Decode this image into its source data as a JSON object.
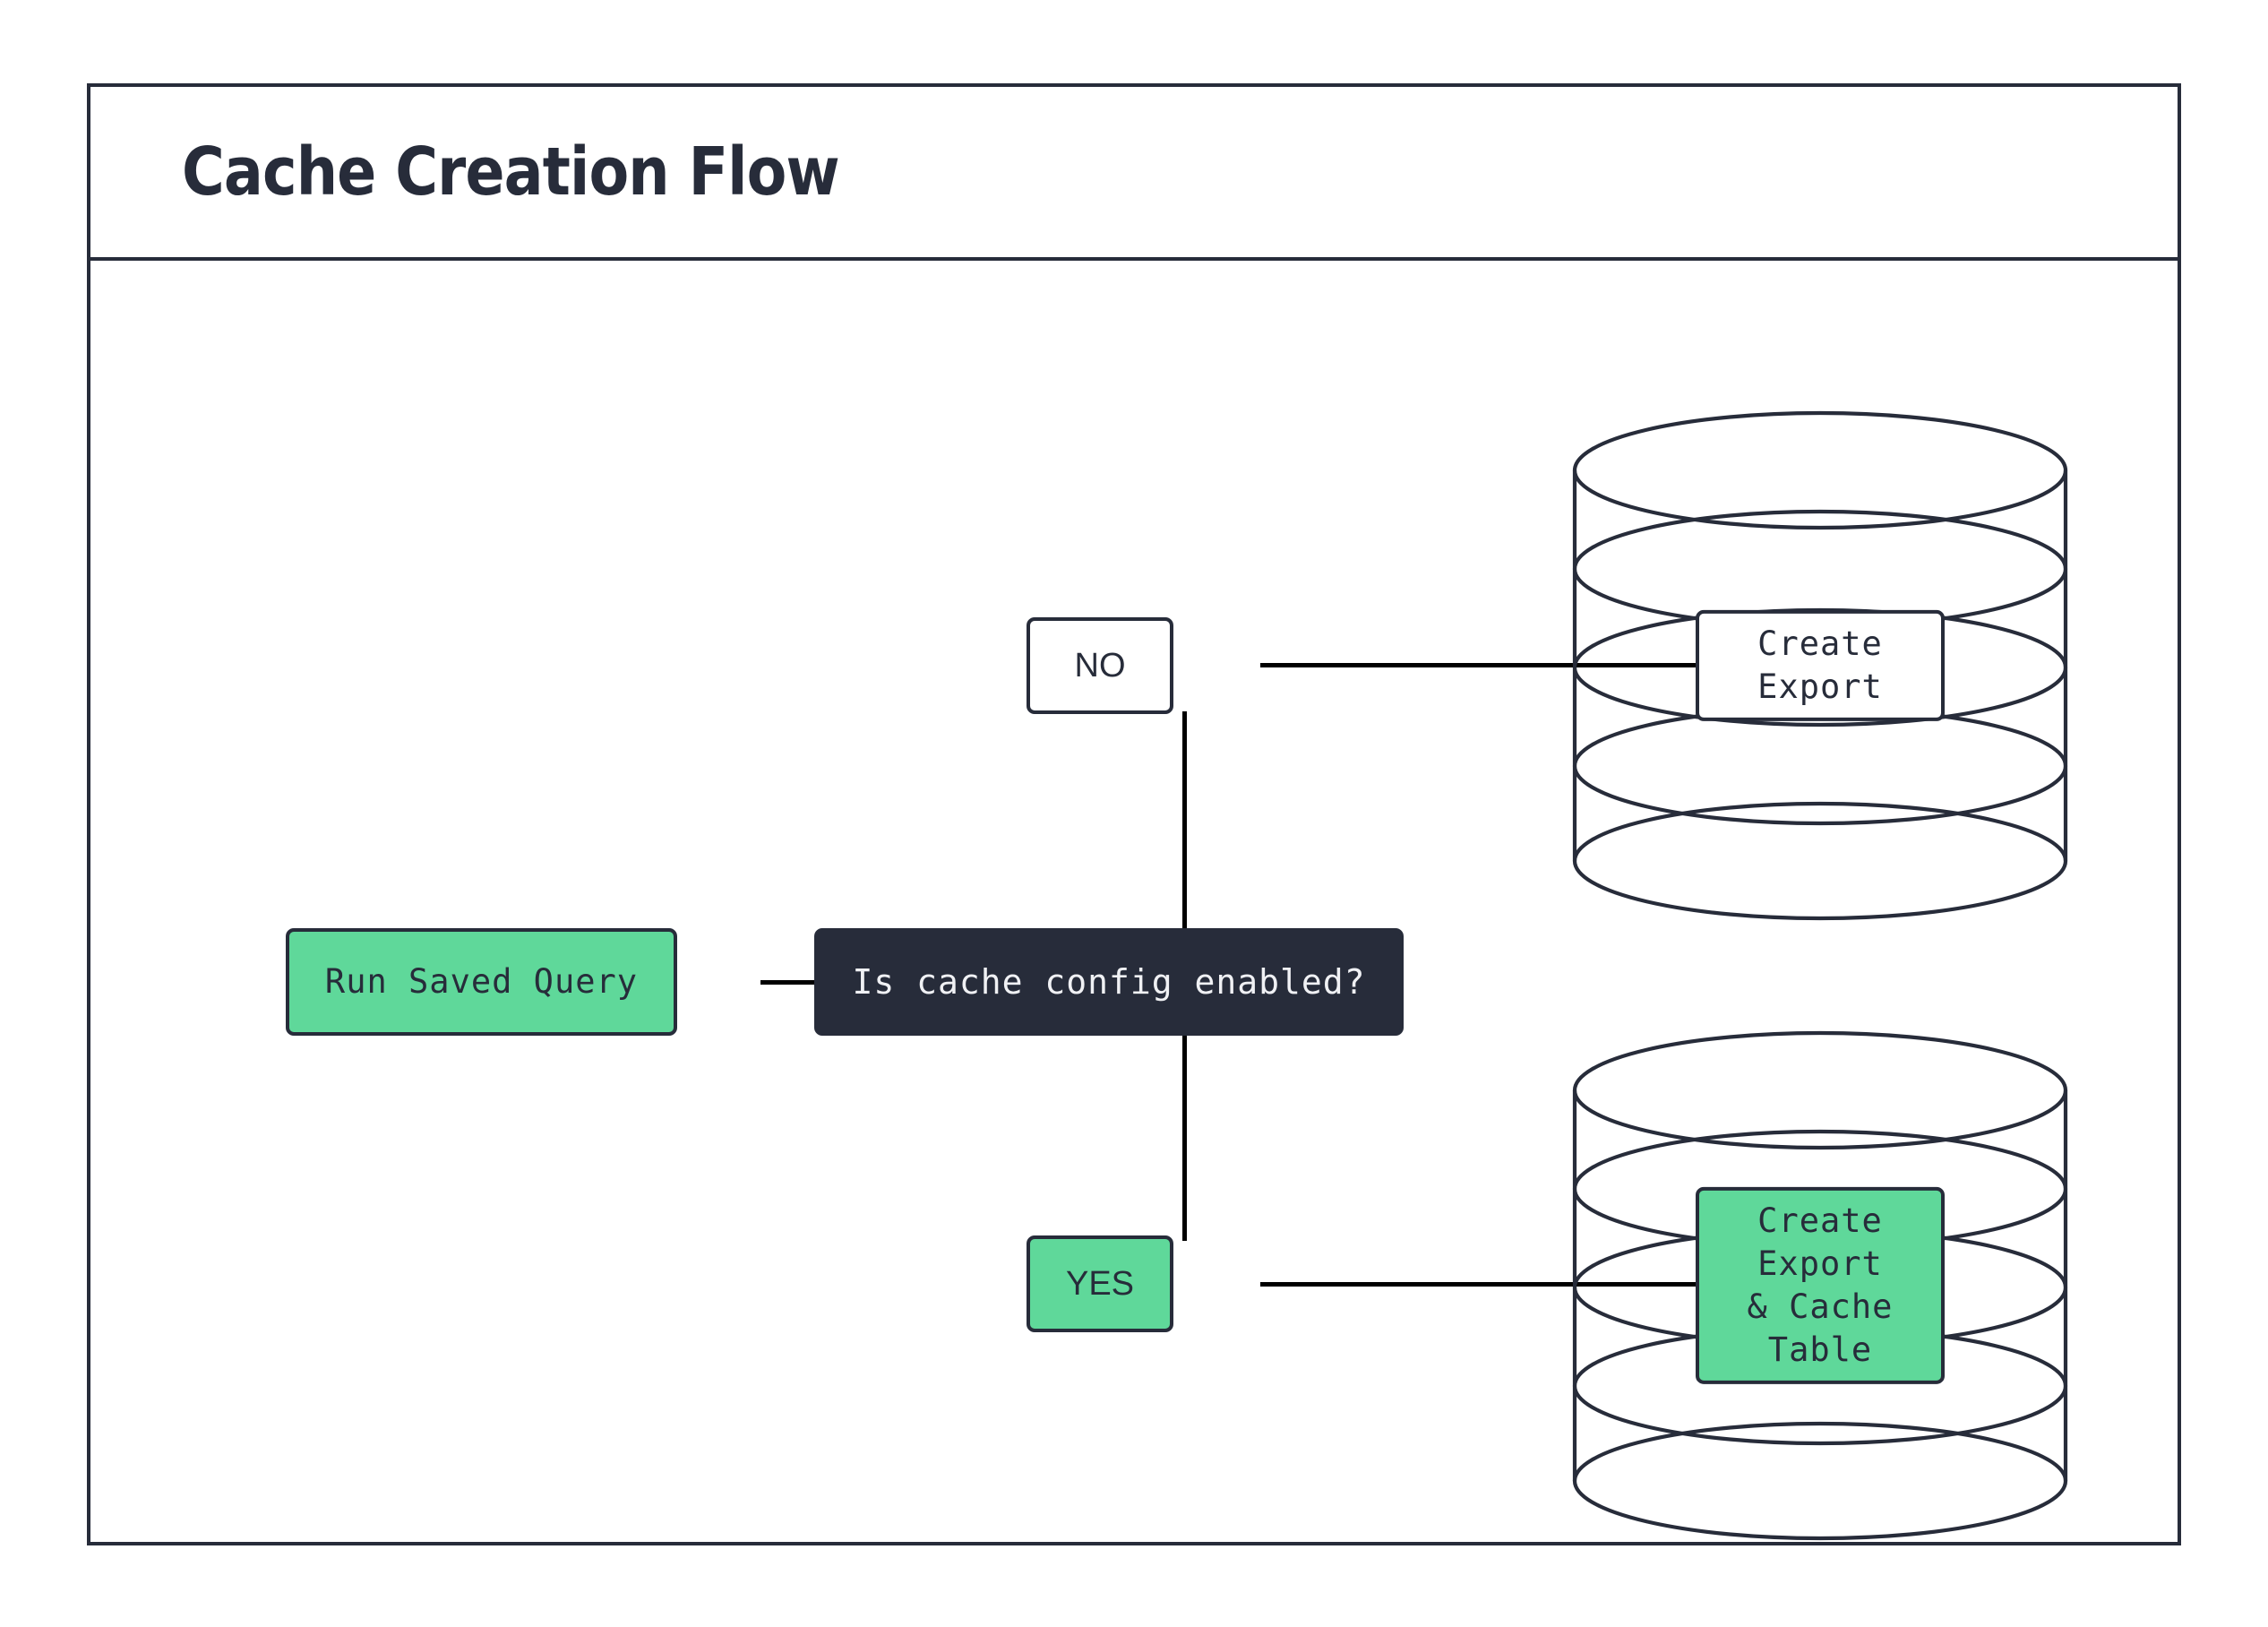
{
  "diagram": {
    "title": "Cache Creation Flow",
    "palette": {
      "ink": "#272C3A",
      "green": "#5FD89A",
      "white": "#FFFFFF",
      "edge": "#000000",
      "dark_node_text": "#F0F1F4"
    },
    "nodes": {
      "start": {
        "label": "Run Saved Query",
        "shape": "rounded-rect",
        "fill": "green"
      },
      "decision": {
        "label": "Is cache config enabled?",
        "shape": "rounded-rect",
        "fill": "dark"
      },
      "branch_no": {
        "label": "NO",
        "shape": "rounded-rect",
        "fill": "white"
      },
      "branch_yes": {
        "label": "YES",
        "shape": "rounded-rect",
        "fill": "green"
      },
      "db_export": {
        "label": "Create Export",
        "shape": "stacked-database",
        "fill": "white",
        "rings": 4
      },
      "db_export_cache": {
        "label": "Create Export\n& Cache Table",
        "shape": "stacked-database",
        "fill": "green",
        "rings": 4
      }
    },
    "edges": [
      {
        "from": "start",
        "to": "decision",
        "label": ""
      },
      {
        "from": "decision",
        "to": "branch_no",
        "label": "NO"
      },
      {
        "from": "decision",
        "to": "branch_yes",
        "label": "YES"
      },
      {
        "from": "branch_no",
        "to": "db_export",
        "label": ""
      },
      {
        "from": "branch_yes",
        "to": "db_export_cache",
        "label": ""
      }
    ]
  }
}
